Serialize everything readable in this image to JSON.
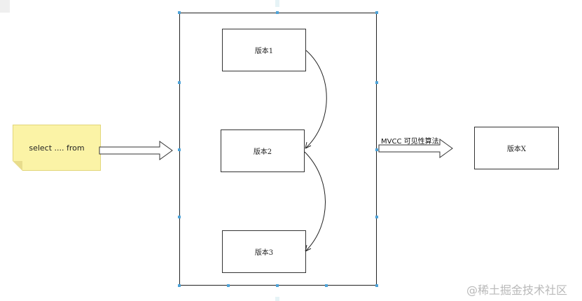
{
  "note": {
    "text": "select .... from"
  },
  "versions": {
    "v1": "版本1",
    "v2": "版本2",
    "v3": "版本3",
    "vx": "版本X"
  },
  "arrow_label": "MVCC 可见性算法",
  "watermark": "@稀土掘金技术社区",
  "colors": {
    "note_fill": "#fbf3a6",
    "handle": "#4ea3d8",
    "line": "#222222"
  }
}
